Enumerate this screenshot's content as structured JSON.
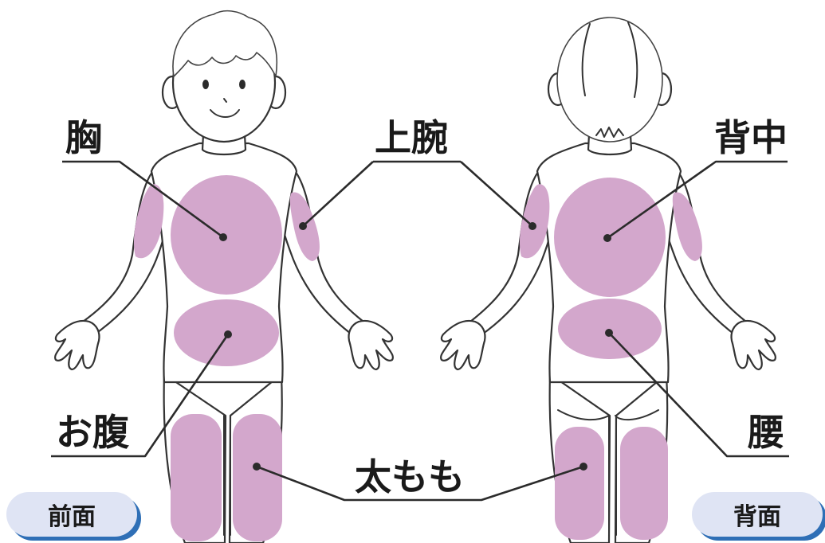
{
  "labels": {
    "chest": "胸",
    "upper_arm": "上腕",
    "back": "背中",
    "belly": "お腹",
    "thigh": "太もも",
    "lower_back": "腰"
  },
  "views": {
    "front": "前面",
    "back": "背面"
  },
  "colors": {
    "region_fill": "#d3a7cc",
    "button_fill": "#dfe4f4",
    "button_shadow": "#2f6fb6",
    "outline": "#333333"
  }
}
